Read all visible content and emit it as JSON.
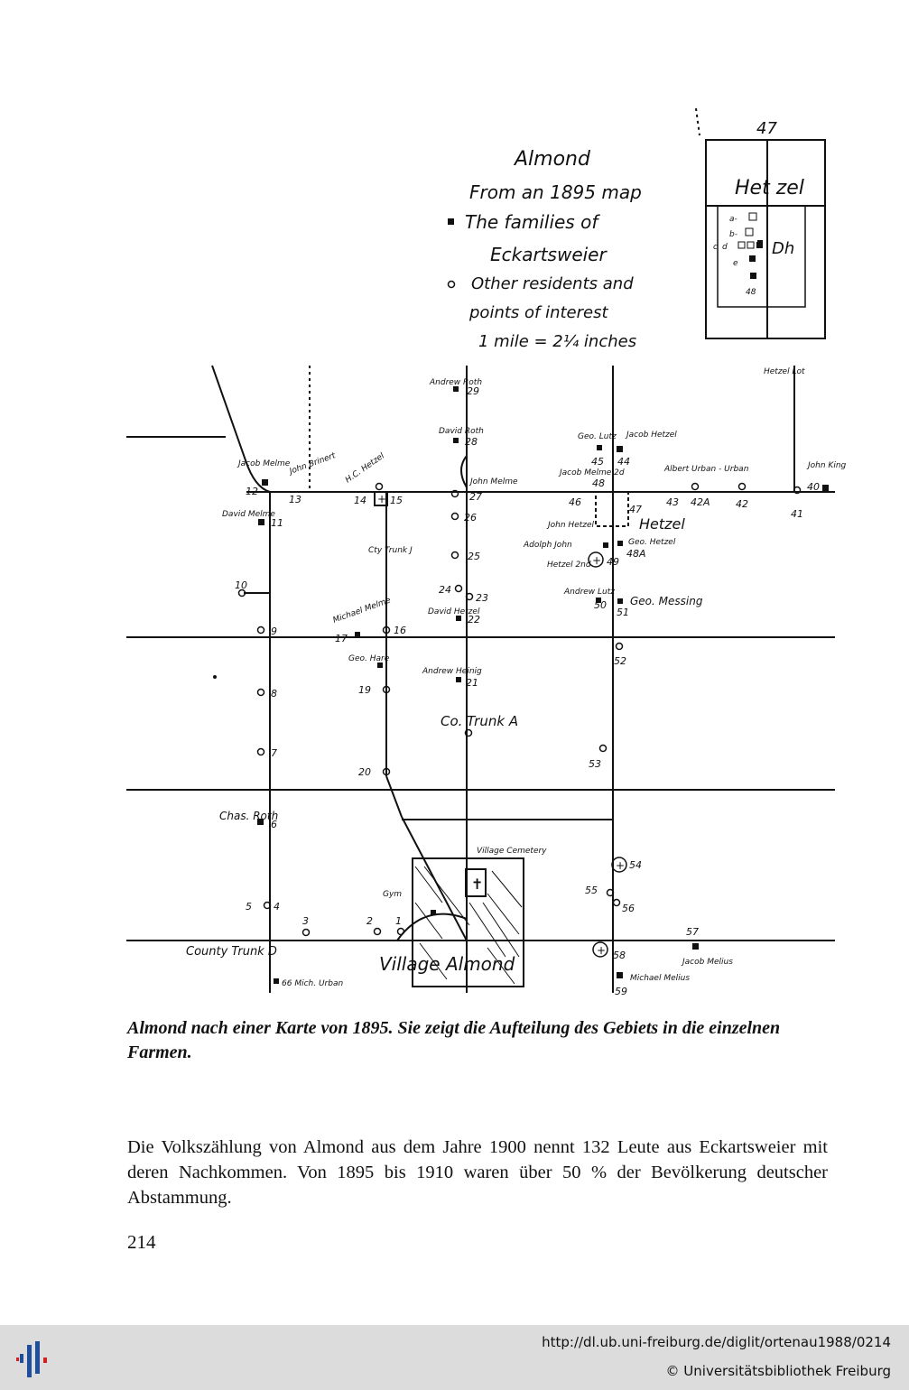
{
  "map": {
    "title": "Almond",
    "subtitle": "From an 1895 map",
    "legend_families": "The families of",
    "legend_families_2": "Eckartsweier",
    "legend_other": "Other residents and",
    "legend_other_2": "points of interest",
    "scale": "1 mile = 2¼ inches",
    "inset_number": "47",
    "inset_name": "Het zel",
    "inset_labels": [
      "a-",
      "b-",
      "c",
      "d",
      "e",
      "Dh",
      "48"
    ],
    "labels": {
      "andrew_roth": "Andrew Roth",
      "david_roth": "David Roth",
      "jacob_melme": "Jacob Melme",
      "john_brinert": "John Brinert",
      "hc_hetzel": "H.C. Hetzel",
      "john_melme": "John Melme",
      "geo_lutz": "Geo. Lutz",
      "jacob_hetzel": "Jacob Hetzel",
      "jacob_melme2": "Jacob Melme 2d",
      "albert_urban": "Albert Urban - Urban",
      "john_king": "John King",
      "hetzel_lot": "Hetzel Lot",
      "david_melme": "David Melme",
      "john_hetzel": "John Hetzel",
      "adolph_john": "Adolph John",
      "geo_hetzel": "Geo. Hetzel",
      "john_hetzel_2d": "Hetzel 2nd",
      "andrew_lutz": "Andrew Lutz",
      "geo_messing": "Geo. Messing",
      "cty_trunk": "Cty Trunk J",
      "david_hetzel": "David Hetzel",
      "michael_melme": "Michael Melme",
      "geo_hare": "Geo. Hare",
      "andrew_heinig": "Andrew Heinig",
      "co_trunk_a": "Co. Trunk A",
      "chas_roth": "Chas. Roth",
      "village_cemetery": "Village Cemetery",
      "gym": "Gym",
      "county_trunk_d": "County Trunk D",
      "mich_urban": "66 Mich. Urban",
      "village_almond": "Village Almond",
      "jacob_melius": "Jacob Melius",
      "michael_melius": "Michael Melius",
      "hetzel_label": "Hetzel"
    },
    "numbers": [
      "29",
      "28",
      "27",
      "26",
      "25",
      "24",
      "23",
      "22",
      "21",
      "20",
      "19",
      "17",
      "16",
      "15",
      "14",
      "13",
      "12",
      "11",
      "10",
      "9",
      "8",
      "7",
      "6",
      "5",
      "4",
      "3",
      "2",
      "1",
      "45",
      "44",
      "46",
      "43",
      "42A",
      "42",
      "41",
      "40",
      "47",
      "48",
      "48A",
      "49",
      "50",
      "51",
      "52",
      "53",
      "54",
      "55",
      "56",
      "57",
      "58",
      "59"
    ]
  },
  "caption": "Almond nach einer Karte von 1895. Sie zeigt die Aufteilung des Gebiets in die einzelnen Farmen.",
  "paragraph": "Die Volkszählung von Almond aus dem Jahre 1900 nennt 132 Leute aus Eckartsweier mit deren Nachkommen. Von 1895 bis 1910 waren über 50 % der Bevölkerung deutscher Abstammung.",
  "page_number": "214",
  "footer": {
    "url": "http://dl.ub.uni-freiburg.de/diglit/ortenau1988/0214",
    "copyright": "© Universitätsbibliothek Freiburg"
  }
}
